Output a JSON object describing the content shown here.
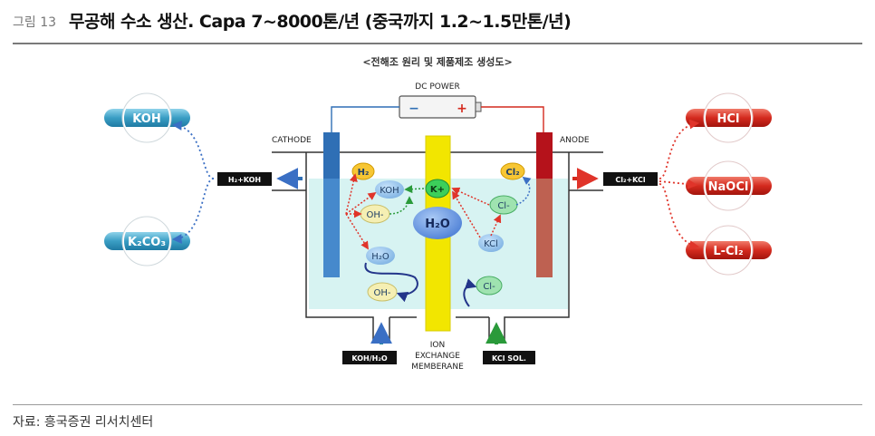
{
  "header": {
    "figure_label": "그림 13",
    "title": "무공해 수소 생산. Capa 7~8000톤/년 (중국까지 1.2~1.5만톤/년)"
  },
  "diagram": {
    "subtitle": "<전해조 원리 및 제품제조 생성도>",
    "power_label": "DC POWER",
    "minus_sign": "−",
    "plus_sign": "+",
    "cathode_label": "CATHODE",
    "anode_label": "ANODE",
    "membrane_label_line1": "ION",
    "membrane_label_line2": "EXCHANGE",
    "membrane_label_line3": "MEMBERANE",
    "left_products": [
      "KOH",
      "K₂CO₃"
    ],
    "right_products": [
      "HCl",
      "NaOCl",
      "L-Cl₂"
    ],
    "left_outlet": "H₂+KOH",
    "right_outlet": "Cl₂+KCl",
    "left_inlet": "KOH/H₂O",
    "right_inlet": "KCl SOL.",
    "ions": {
      "h2": "H₂",
      "koh": "KOH",
      "oh_upper": "OH-",
      "h2o_small": "H₂O",
      "oh_lower": "OH-",
      "k_plus": "K+",
      "h2o_center": "H₂O",
      "cl2": "Cl₂",
      "cl_minus_upper": "Cl-",
      "kcl": "KCl",
      "cl_minus_lower": "Cl-"
    },
    "colors": {
      "blue_pill": "#3a9ec4",
      "red_pill": "#d42a1e",
      "membrane": "#f2e600",
      "cathode": "#2f6fb5",
      "anode": "#b5121b",
      "electrolyte": "#d7f3f2"
    }
  },
  "footer": {
    "source": "자료: 흥국증권 리서치센터"
  }
}
